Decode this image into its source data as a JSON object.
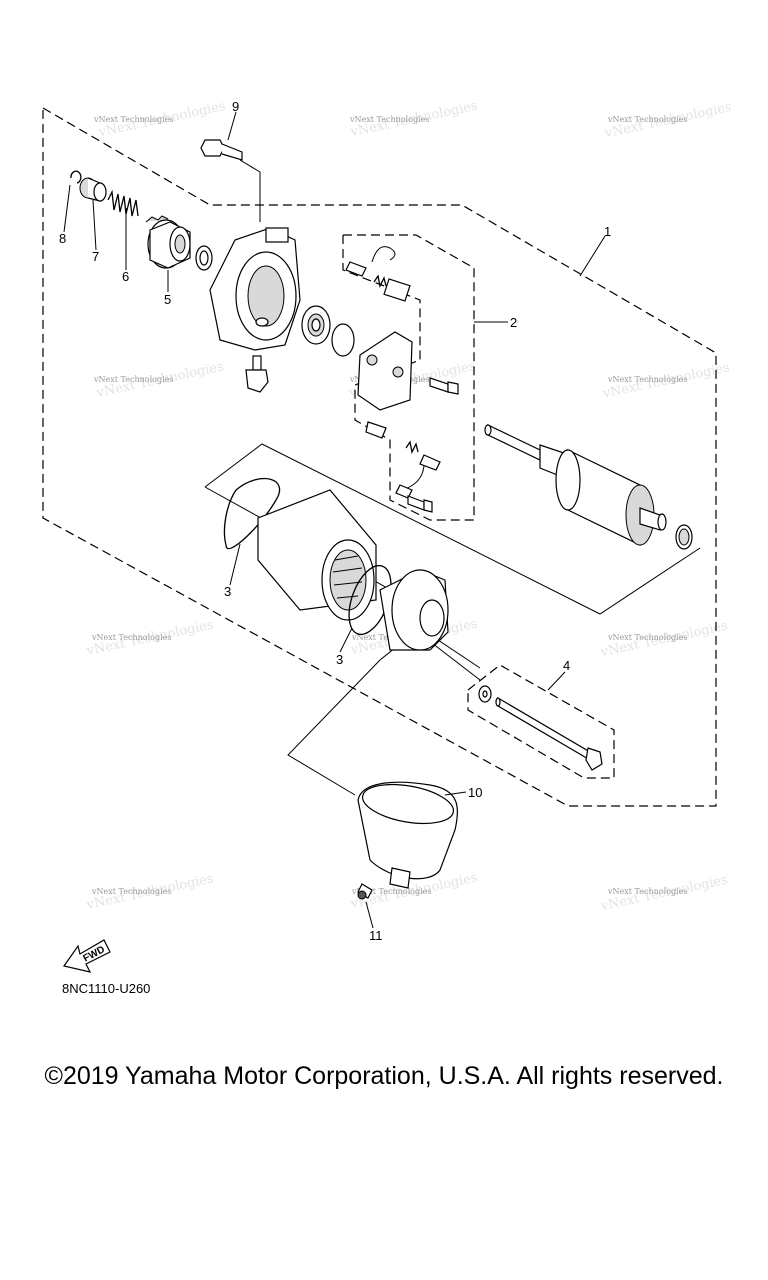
{
  "diagram": {
    "callouts": [
      {
        "id": "1",
        "label": "1"
      },
      {
        "id": "2",
        "label": "2"
      },
      {
        "id": "3a",
        "label": "3"
      },
      {
        "id": "3b",
        "label": "3"
      },
      {
        "id": "4",
        "label": "4"
      },
      {
        "id": "5",
        "label": "5"
      },
      {
        "id": "6",
        "label": "6"
      },
      {
        "id": "7",
        "label": "7"
      },
      {
        "id": "8",
        "label": "8"
      },
      {
        "id": "9",
        "label": "9"
      },
      {
        "id": "10",
        "label": "10"
      },
      {
        "id": "11",
        "label": "11"
      }
    ],
    "reference_code": "8NC1110-U260",
    "direction_label": "FWD",
    "watermark": "vNext Technologies"
  },
  "footer": {
    "copyright": "©2019 Yamaha Motor Corporation, U.S.A. All rights reserved."
  }
}
